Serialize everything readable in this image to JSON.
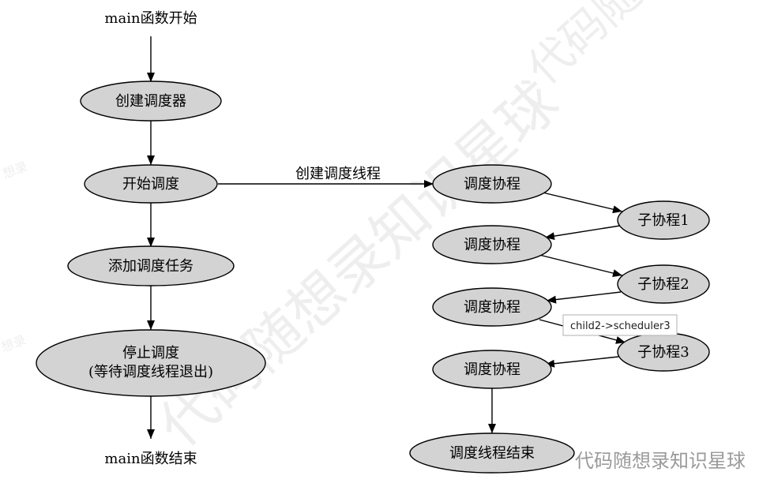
{
  "diagram": {
    "nodes": {
      "main_start": "main函数开始",
      "create_scheduler": "创建调度器",
      "start_scheduling": "开始调度",
      "add_task": "添加调度任务",
      "stop_line1": "停止调度",
      "stop_line2": "(等待调度线程退出)",
      "main_end": "main函数结束",
      "sched1": "调度协程",
      "child1": "子协程1",
      "sched2": "调度协程",
      "child2": "子协程2",
      "sched3": "调度协程",
      "child3": "子协程3",
      "sched4": "调度协程",
      "thread_end": "调度线程结束"
    },
    "edge_label_create_thread": "创建调度线程",
    "tooltip": "child2->scheduler3"
  },
  "watermark": {
    "brand": "代码随想录知识星球",
    "faint_marks": [
      "代码随想录知识星球",
      "代码随想录",
      "想录",
      "想录"
    ]
  },
  "colors": {
    "node_fill": "#d3d3d3",
    "stroke": "#000000",
    "background": "#ffffff"
  }
}
